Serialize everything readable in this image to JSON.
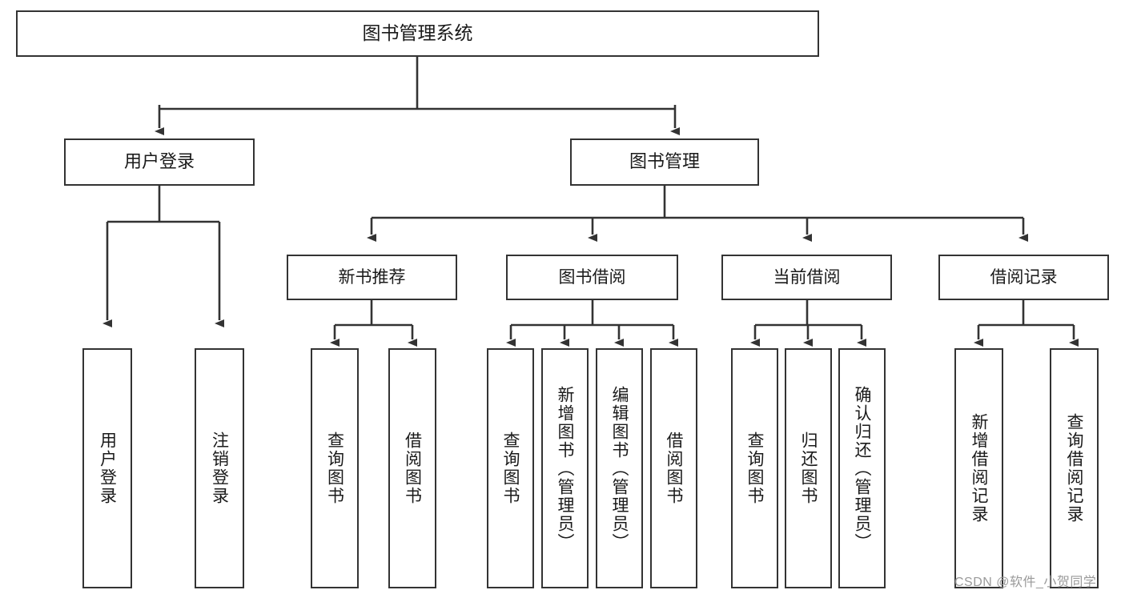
{
  "diagram": {
    "type": "tree-hierarchy-chart",
    "title_text": "图书管理系统",
    "colors": {
      "background": "#ffffff",
      "box_border": "#333333",
      "box_fill": "#ffffff",
      "connector": "#333333",
      "text": "#1a1a1a",
      "watermark": "#9a9a9a"
    },
    "nodes": {
      "root": {
        "label": "图书管理系统"
      },
      "level2": [
        {
          "id": "user-login",
          "label": "用户登录"
        },
        {
          "id": "book-manage",
          "label": "图书管理"
        }
      ],
      "level3": [
        {
          "id": "new-book-rec",
          "label": "新书推荐"
        },
        {
          "id": "book-borrow",
          "label": "图书借阅"
        },
        {
          "id": "current-borrow",
          "label": "当前借阅"
        },
        {
          "id": "borrow-record",
          "label": "借阅记录"
        }
      ],
      "leaves": {
        "user_login": [
          {
            "id": "leaf-user-login",
            "label": "用户登录"
          },
          {
            "id": "leaf-logout-login",
            "label": "注销登录"
          }
        ],
        "new_book_rec": [
          {
            "id": "leaf-query-book-1",
            "label": "查询图书"
          },
          {
            "id": "leaf-borrow-book-1",
            "label": "借阅图书"
          }
        ],
        "book_borrow": [
          {
            "id": "leaf-query-book-2",
            "label": "查询图书"
          },
          {
            "id": "leaf-add-book",
            "label": "新增图书（管理员）"
          },
          {
            "id": "leaf-edit-book",
            "label": "编辑图书（管理员）"
          },
          {
            "id": "leaf-borrow-book-2",
            "label": "借阅图书"
          }
        ],
        "current_borrow": [
          {
            "id": "leaf-query-book-3",
            "label": "查询图书"
          },
          {
            "id": "leaf-return-book",
            "label": "归还图书"
          },
          {
            "id": "leaf-confirm-return",
            "label": "确认归还（管理员）"
          }
        ],
        "borrow_record": [
          {
            "id": "leaf-add-record",
            "label": "新增借阅记录"
          },
          {
            "id": "leaf-query-record",
            "label": "查询借阅记录"
          }
        ]
      }
    },
    "watermark": "CSDN @软件_小贺同学"
  }
}
